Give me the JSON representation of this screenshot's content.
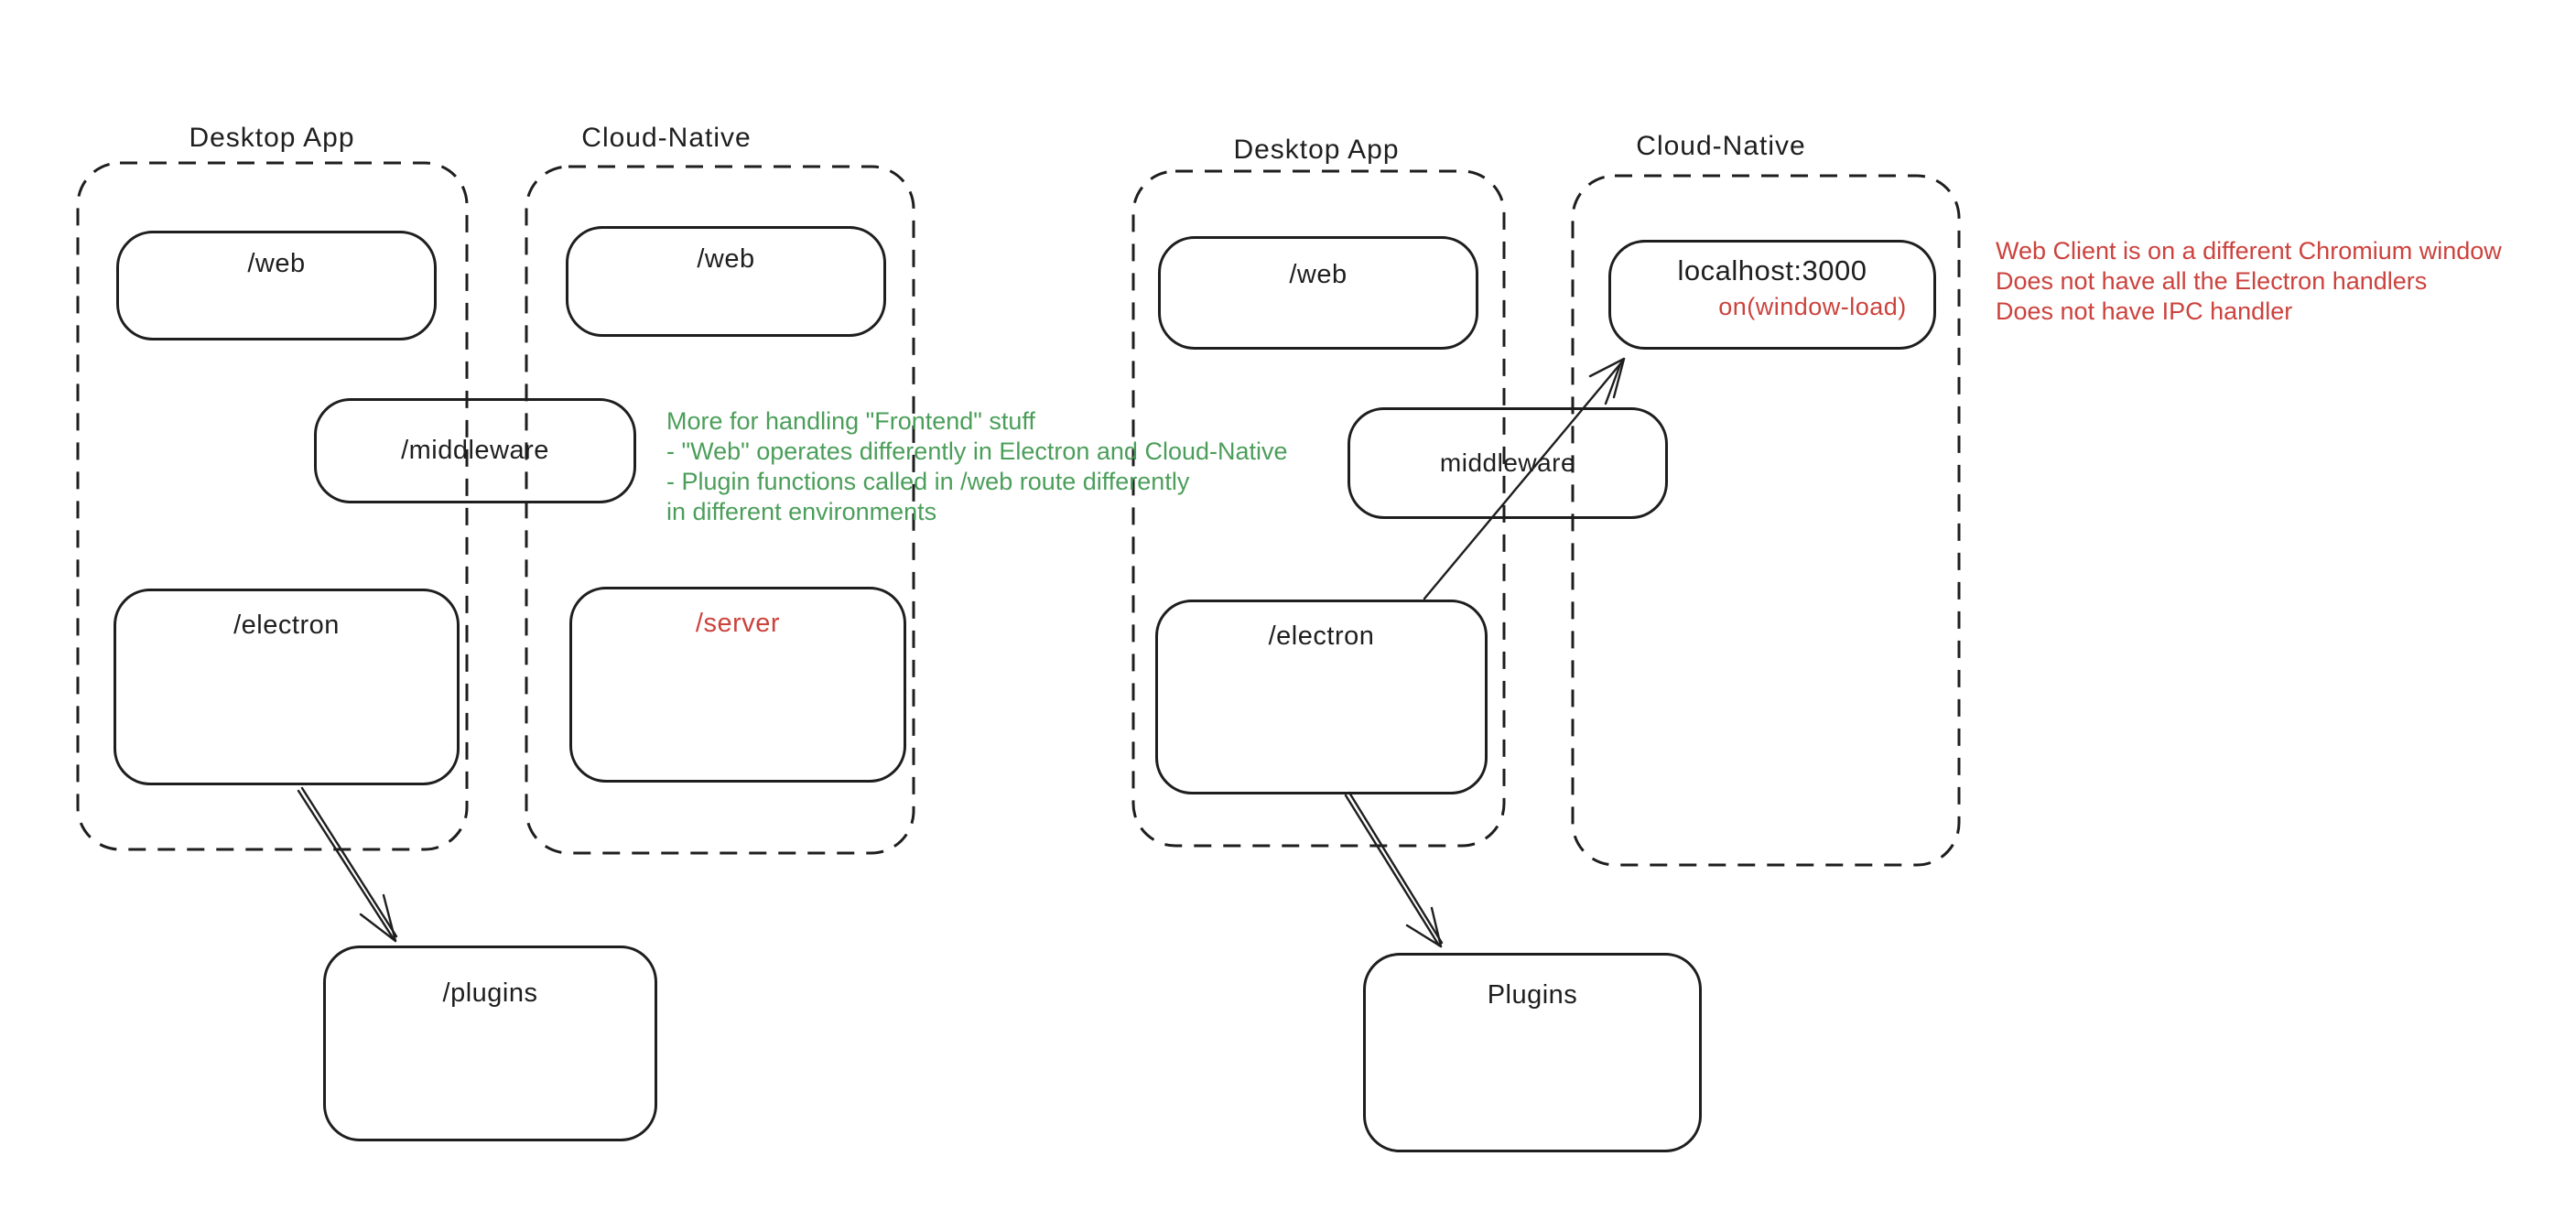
{
  "colors": {
    "ink": "#1e1e1e",
    "red": "#cc423d",
    "green": "#4b9e5a",
    "bg": "#ffffff"
  },
  "left": {
    "desktop": {
      "title": "Desktop App",
      "web": "/web",
      "electron": "/electron"
    },
    "cloud": {
      "title": "Cloud-Native",
      "web": "/web",
      "server": "/server"
    },
    "middleware": "/middleware",
    "plugins": "/plugins",
    "annotation": [
      "More for handling \"Frontend\" stuff",
      "- \"Web\" operates differently in Electron and Cloud-Native",
      "- Plugin functions called in /web route differently",
      "in different environments"
    ]
  },
  "right": {
    "desktop": {
      "title": "Desktop App",
      "web": "/web",
      "electron": "/electron"
    },
    "cloud": {
      "title": "Cloud-Native",
      "localhost": "localhost:3000",
      "window_load": "on(window-load)"
    },
    "middleware": "middleware",
    "plugins": "Plugins",
    "annotation": [
      "Web Client is on a different Chromium window",
      "Does not have all the Electron handlers",
      "Does not have IPC handler"
    ]
  }
}
